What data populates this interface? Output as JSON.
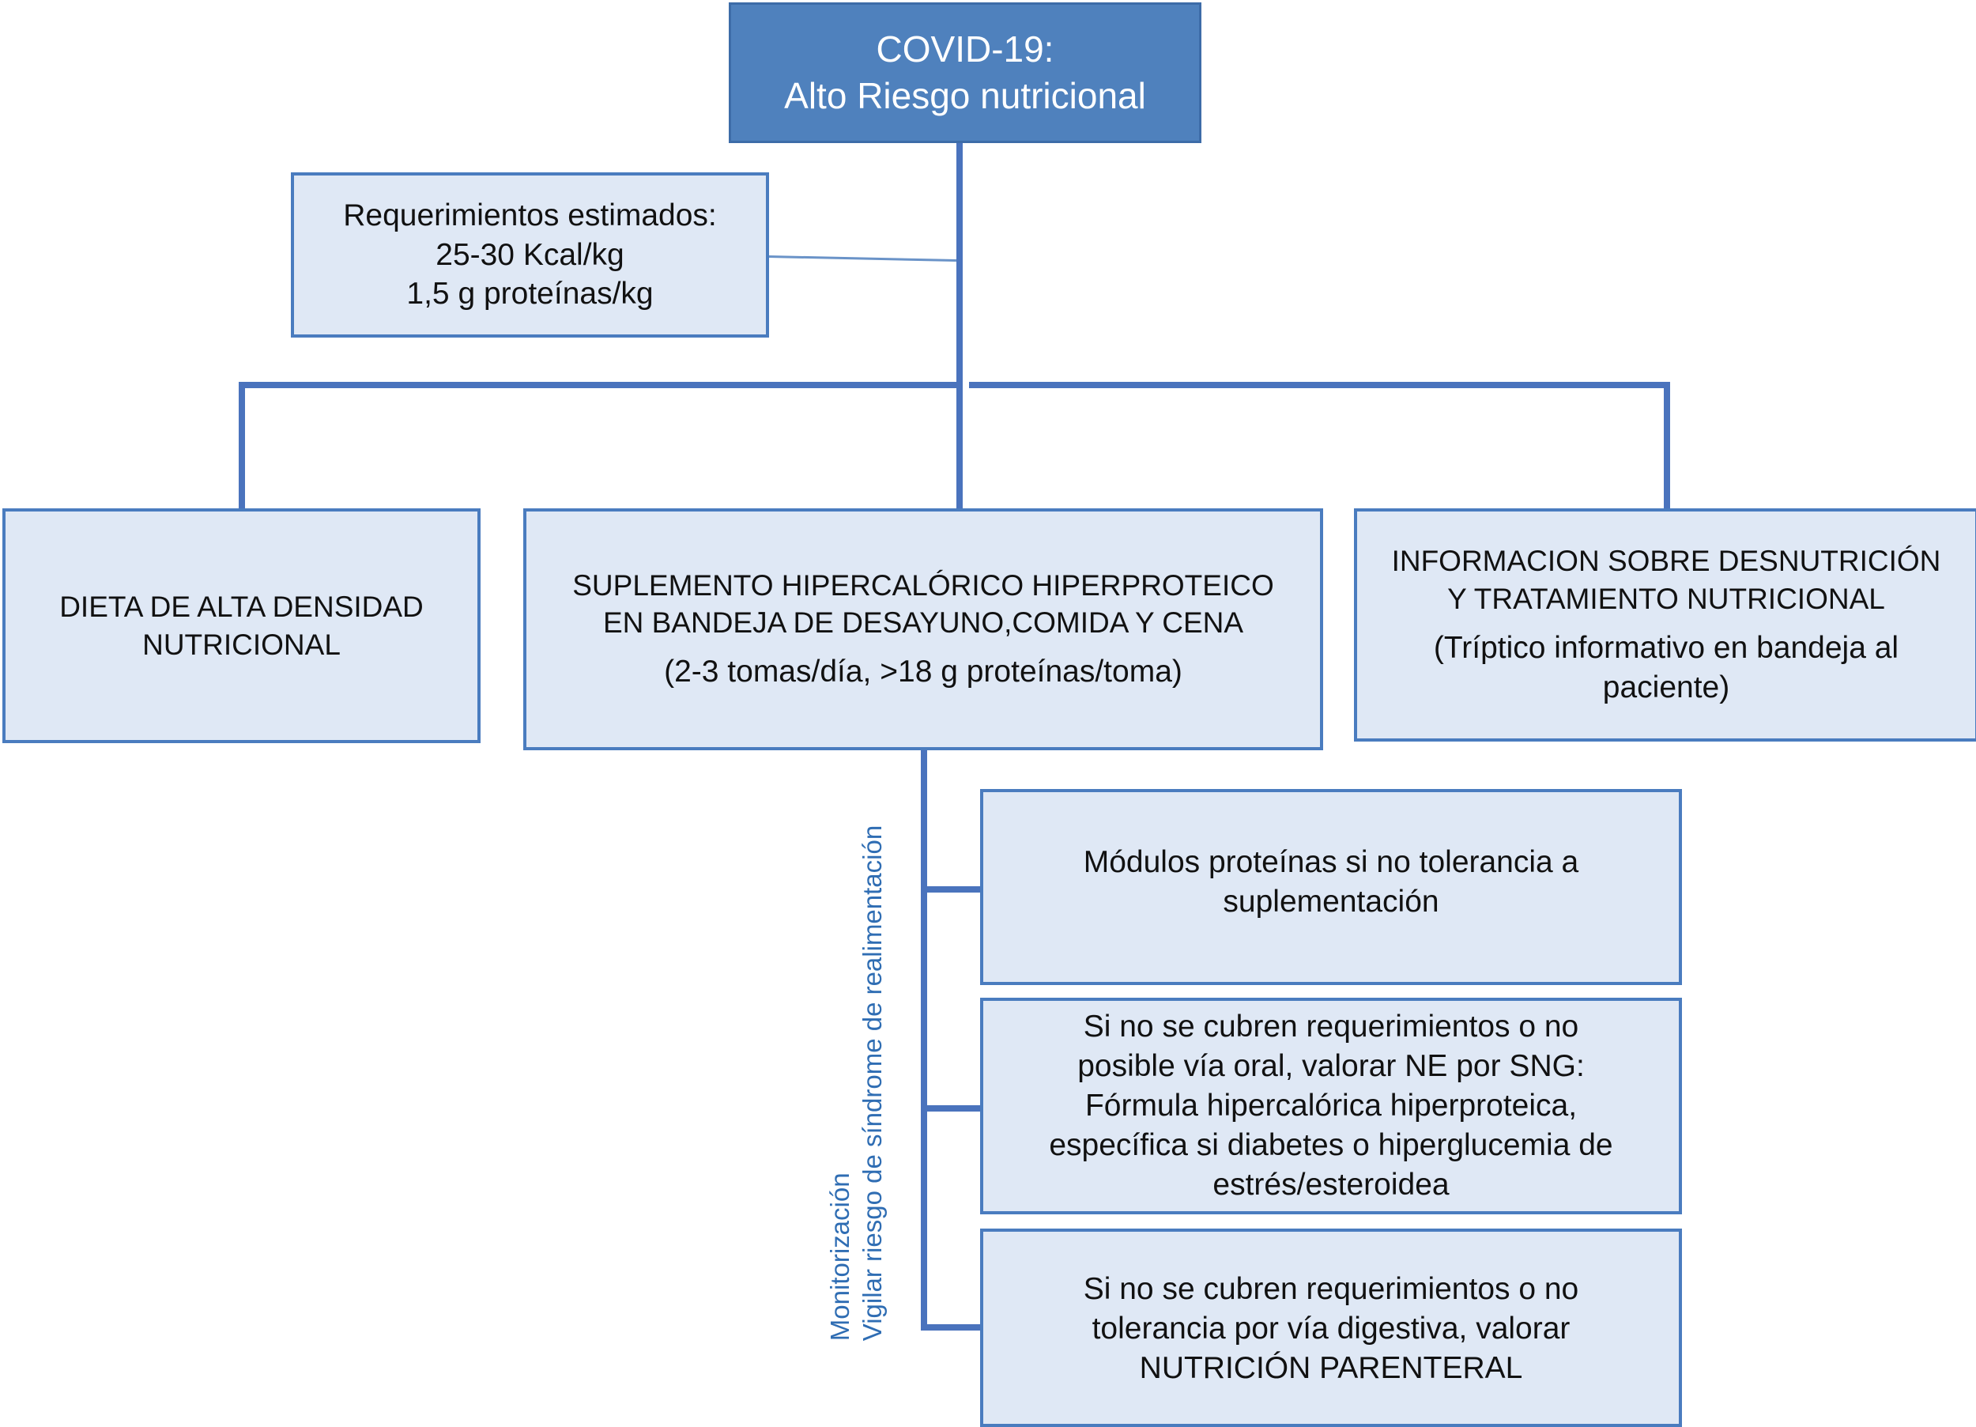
{
  "root": {
    "line1": "COVID-19:",
    "line2": "Alto Riesgo nutricional"
  },
  "requirements": {
    "line1": "Requerimientos estimados:",
    "line2": "25-30 Kcal/kg",
    "line3": "1,5 g proteínas/kg"
  },
  "branches": {
    "diet": {
      "line1": "DIETA DE ALTA DENSIDAD",
      "line2": "NUTRICIONAL"
    },
    "supplement": {
      "line1": "SUPLEMENTO HIPERCALÓRICO HIPERPROTEICO",
      "line2": "EN BANDEJA DE DESAYUNO,COMIDA Y CENA",
      "note": "(2-3 tomas/día, >18 g proteínas/toma)"
    },
    "information": {
      "line1": "INFORMACION SOBRE DESNUTRICIÓN",
      "line2": "Y TRATAMIENTO NUTRICIONAL",
      "note1": "(Tríptico informativo en bandeja al",
      "note2": "paciente)"
    }
  },
  "monitoring": {
    "line1": "Monitorización",
    "line2": "Vigilar riesgo de síndrome de realimentación"
  },
  "escalation": [
    {
      "lines": [
        "Módulos proteínas si no tolerancia a",
        "suplementación"
      ]
    },
    {
      "lines": [
        "Si no se cubren requerimientos o no",
        "posible vía oral, valorar NE por SNG:",
        "Fórmula hipercalórica hiperproteica,",
        "específica si diabetes o hiperglucemia de",
        "estrés/esteroidea"
      ]
    },
    {
      "lines": [
        "Si no se cubren requerimientos o no",
        "tolerancia por vía digestiva, valorar",
        "NUTRICIÓN PARENTERAL"
      ]
    }
  ],
  "colors": {
    "header_fill": "#4f81bd",
    "box_fill": "#dfe8f5",
    "box_border": "#4a7cbf",
    "connector": "#4a73bd",
    "monitoring_text": "#2f6db3"
  }
}
